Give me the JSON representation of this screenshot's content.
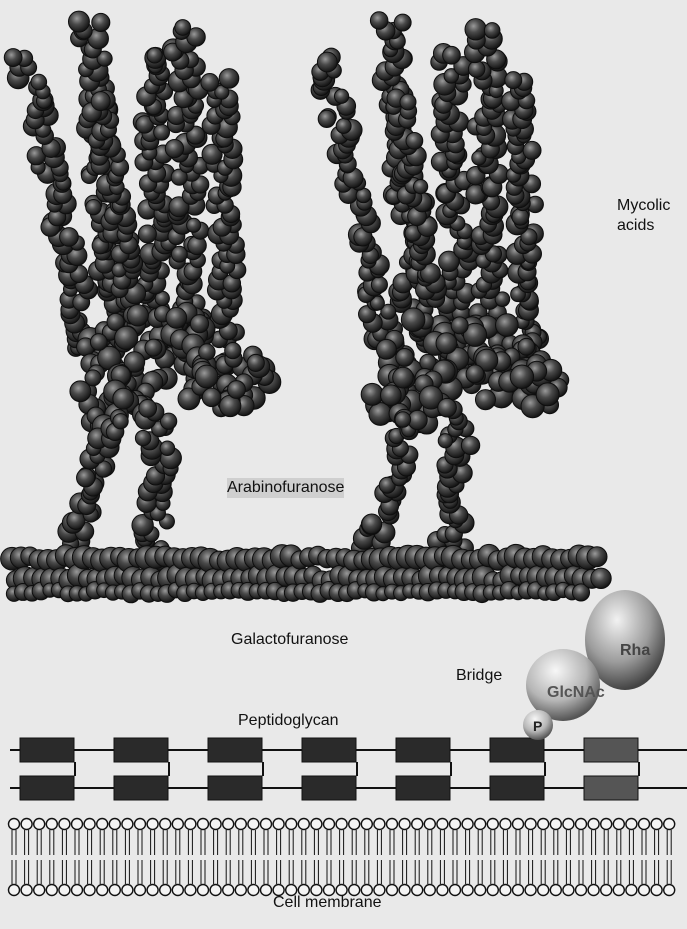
{
  "labels": {
    "mycolic": "Mycolic\nacids",
    "arabinofuranose": "Arabinofuranose",
    "galactofuranose": "Galactofuranose",
    "bridge": "Bridge",
    "peptidoglycan": "Peptidoglycan",
    "cell_membrane": "Cell membrane"
  },
  "bridge_units": {
    "rha": "Rha",
    "glcnac": "GlcNAc",
    "p": "P"
  },
  "colors": {
    "background": "#e9e9e9",
    "sphere_dark": "#1e1e1e",
    "sphere_mid": "#4a4a4a",
    "sphere_light": "#8c8c8c",
    "box": "#2a2a2a"
  }
}
